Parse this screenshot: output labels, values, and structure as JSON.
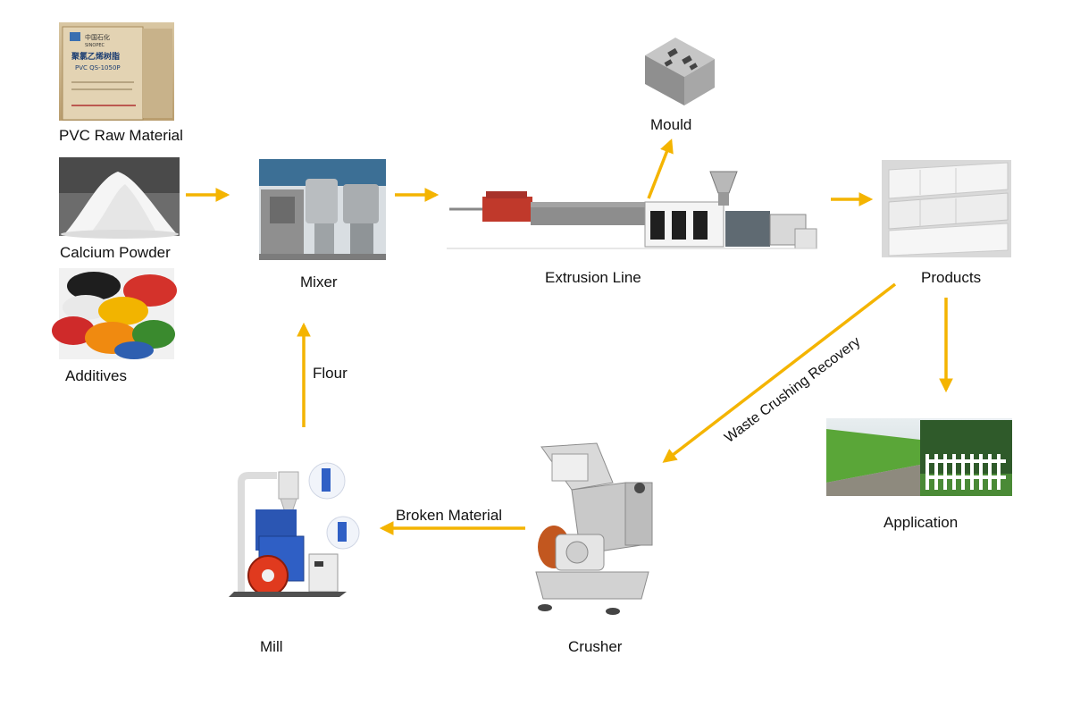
{
  "colors": {
    "arrow": "#f4b400",
    "background": "#ffffff",
    "text": "#111111"
  },
  "nodes": {
    "pvc_raw_material": {
      "label": "PVC Raw Material",
      "image": "pvc-resin-bag-photo",
      "bag_text": [
        "中国石化",
        "SINOPEC",
        "聚氯乙烯树脂",
        "PVC QS-1050P"
      ]
    },
    "calcium_powder": {
      "label": "Calcium Powder",
      "image": "white-powder-pile-photo"
    },
    "additives": {
      "label": "Additives",
      "image": "colored-pigment-piles-photo"
    },
    "mixer": {
      "label": "Mixer",
      "image": "high-speed-mixer-photo"
    },
    "extrusion_line": {
      "label": "Extrusion Line",
      "image": "extrusion-line-machine-photo"
    },
    "mould": {
      "label": "Mould",
      "image": "extrusion-die-photo"
    },
    "products": {
      "label": "Products",
      "image": "pvc-profile-panels-photo"
    },
    "application": {
      "label": "Application",
      "image": "pvc-fence-scene-photo"
    },
    "crusher": {
      "label": "Crusher",
      "image": "plastic-crusher-machine-photo"
    },
    "mill": {
      "label": "Mill",
      "image": "pulverizer-mill-machine-photo"
    }
  },
  "edges": {
    "broken_material": {
      "label": "Broken Material"
    },
    "flour": {
      "label": "Flour"
    },
    "waste_crushing_recovery": {
      "label": "Waste Crushing Recovery"
    }
  }
}
